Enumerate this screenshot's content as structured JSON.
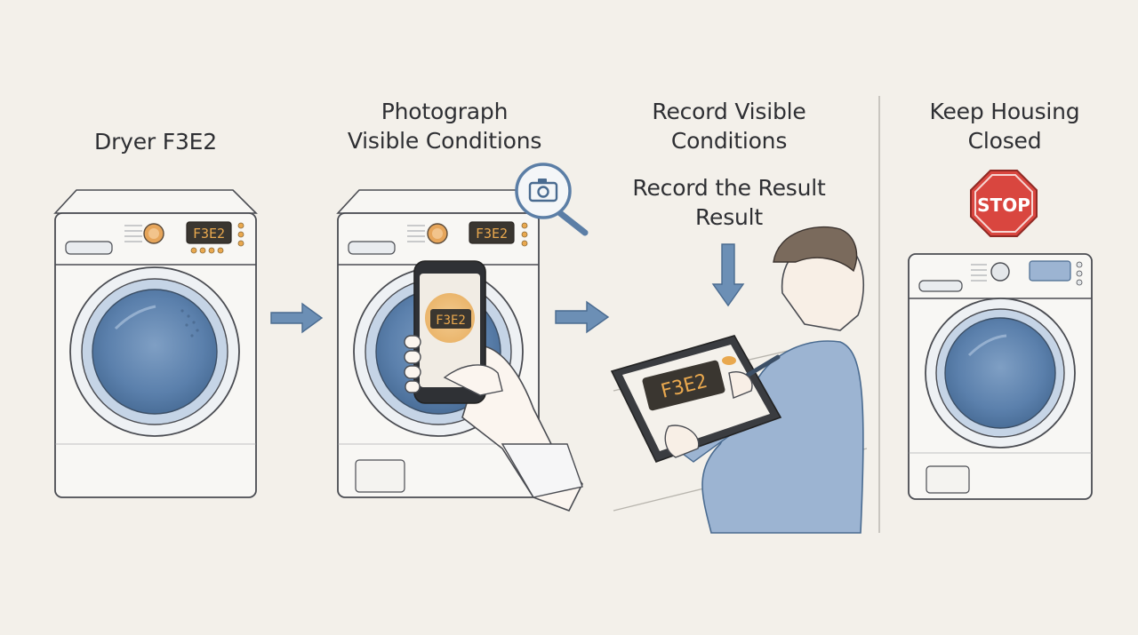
{
  "steps": [
    {
      "label": "Dryer F3E2"
    },
    {
      "label_line1": "Photograph",
      "label_line2": "Visible Conditions"
    },
    {
      "label_line1": "Record Visible",
      "label_line2": "Conditions",
      "sub_line1": "Record the Result",
      "sub_line2": "Result"
    },
    {
      "label_line1": "Keep Housing",
      "label_line2": "Closed"
    }
  ],
  "display_code": "F3E2",
  "stop_sign_text": "STOP",
  "icons": [
    "camera-icon",
    "magnifier-icon",
    "stop-sign-icon",
    "arrow-right-icon",
    "arrow-down-icon"
  ],
  "colors": {
    "background": "#f3f0ea",
    "drum_blue": "#5f84b0",
    "drum_light": "#c9d7e7",
    "display_orange": "#e9a84e",
    "stop_red": "#d9463f",
    "arrow_blue": "#6c8fb5"
  }
}
